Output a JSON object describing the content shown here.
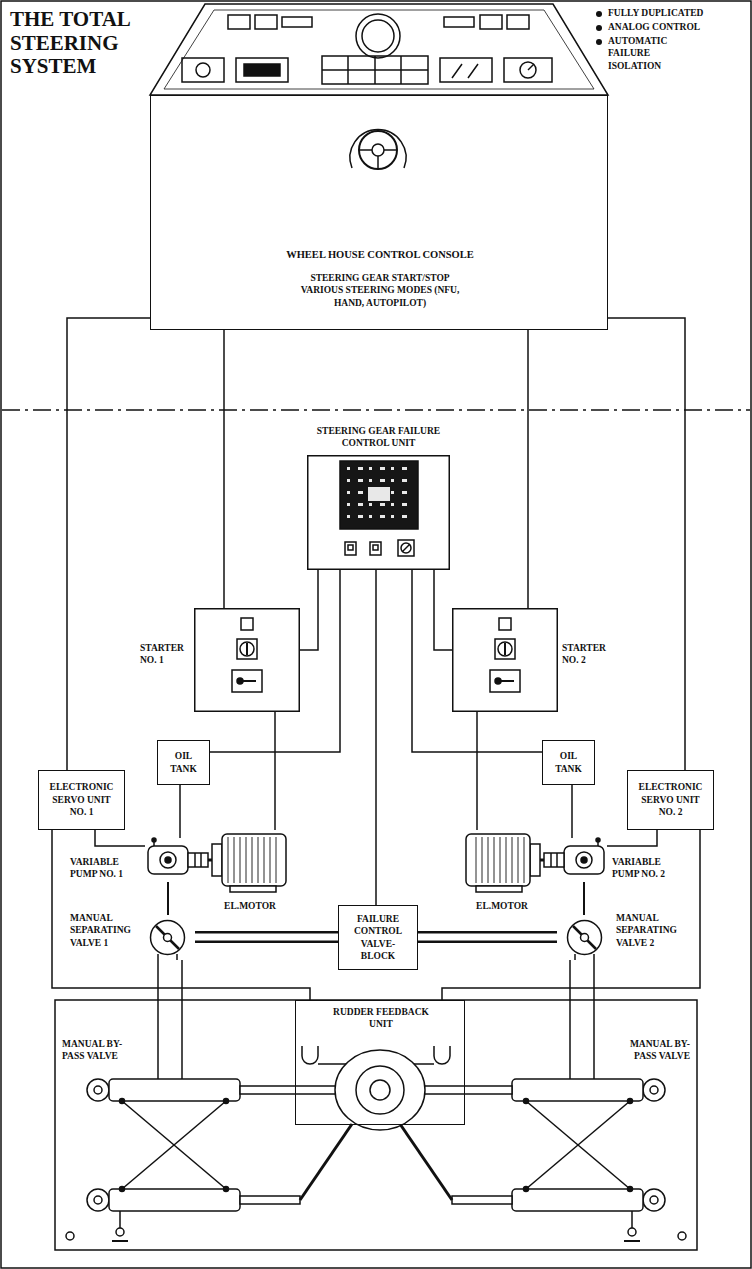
{
  "diagram": {
    "title": "THE TOTAL STEERING SYSTEM",
    "nodes": [
      {
        "text": [
          "WHEEL HOUSE CONTROL CONSOLE",
          "STEERING GEAR START/STOP VARIOUS STEERING MODES (NFU, HAND, AUTOPILOT)"
        ]
      },
      {
        "text": [
          "STEERING GEAR FAILURE CONTROL UNIT"
        ]
      },
      {
        "text": [
          "STARTER NO. 1"
        ]
      },
      {
        "text": [
          "STARTER NO. 2"
        ]
      },
      {
        "text": [
          "ELECTRONIC SERVO UNIT NO. 1"
        ]
      },
      {
        "text": [
          "OIL TANK"
        ]
      },
      {
        "text": [
          "OIL TANK"
        ]
      },
      {
        "text": [
          "ELECTRONIC SERVO UNIT NO. 2"
        ]
      },
      {
        "text": [
          "VARIABLE PUMP NO. 1"
        ]
      },
      {
        "text": [
          "EL.MOTOR"
        ]
      },
      {
        "text": [
          "EL.MOTOR"
        ]
      },
      {
        "text": [
          "VARIABLE PUMP NO. 2"
        ]
      },
      {
        "text": [
          "MANUAL SEPARATING VALVE 1"
        ]
      },
      {
        "text": [
          "FAILURE CONTROL VALVE-BLOCK"
        ]
      },
      {
        "text": [
          "MANUAL SEPARATING VALVE 2"
        ]
      },
      {
        "text": [
          "RUDDER FEEDBACK UNIT"
        ]
      }
    ],
    "edges": [
      {
        "from": 0,
        "to": 2,
        "arrow": "none"
      },
      {
        "from": 0,
        "to": 4,
        "arrow": "none"
      },
      {
        "from": 0,
        "to": 3,
        "arrow": "none"
      },
      {
        "from": 0,
        "to": 7,
        "arrow": "none"
      },
      {
        "from": 1,
        "to": 2,
        "arrow": "none"
      },
      {
        "from": 1,
        "to": 3,
        "arrow": "none"
      },
      {
        "from": 1,
        "to": 5,
        "arrow": "none"
      },
      {
        "from": 1,
        "to": 6,
        "arrow": "none"
      },
      {
        "from": 1,
        "to": 13,
        "arrow": "none"
      },
      {
        "from": 2,
        "to": 9,
        "arrow": "none"
      },
      {
        "from": 3,
        "to": 10,
        "arrow": "none"
      },
      {
        "from": 4,
        "to": 8,
        "arrow": "none"
      },
      {
        "from": 7,
        "to": 11,
        "arrow": "none"
      },
      {
        "from": 5,
        "to": 8,
        "arrow": "none"
      },
      {
        "from": 6,
        "to": 11,
        "arrow": "none"
      },
      {
        "from": 8,
        "to": 12,
        "arrow": "none"
      },
      {
        "from": 11,
        "to": 14,
        "arrow": "none"
      },
      {
        "from": 13,
        "to": 12,
        "arrow": "none"
      },
      {
        "from": 13,
        "to": 14,
        "arrow": "none"
      },
      {
        "from": 4,
        "to": 15,
        "arrow": "none"
      },
      {
        "from": 7,
        "to": 15,
        "arrow": "none"
      }
    ],
    "labels": [
      "FULLY DUPLICATED",
      "ANALOG CONTROL",
      "AUTOMATIC FAILURE ISOLATION",
      "MANUAL BY-PASS VALVE",
      "MANUAL BY-PASS VALVE"
    ]
  }
}
